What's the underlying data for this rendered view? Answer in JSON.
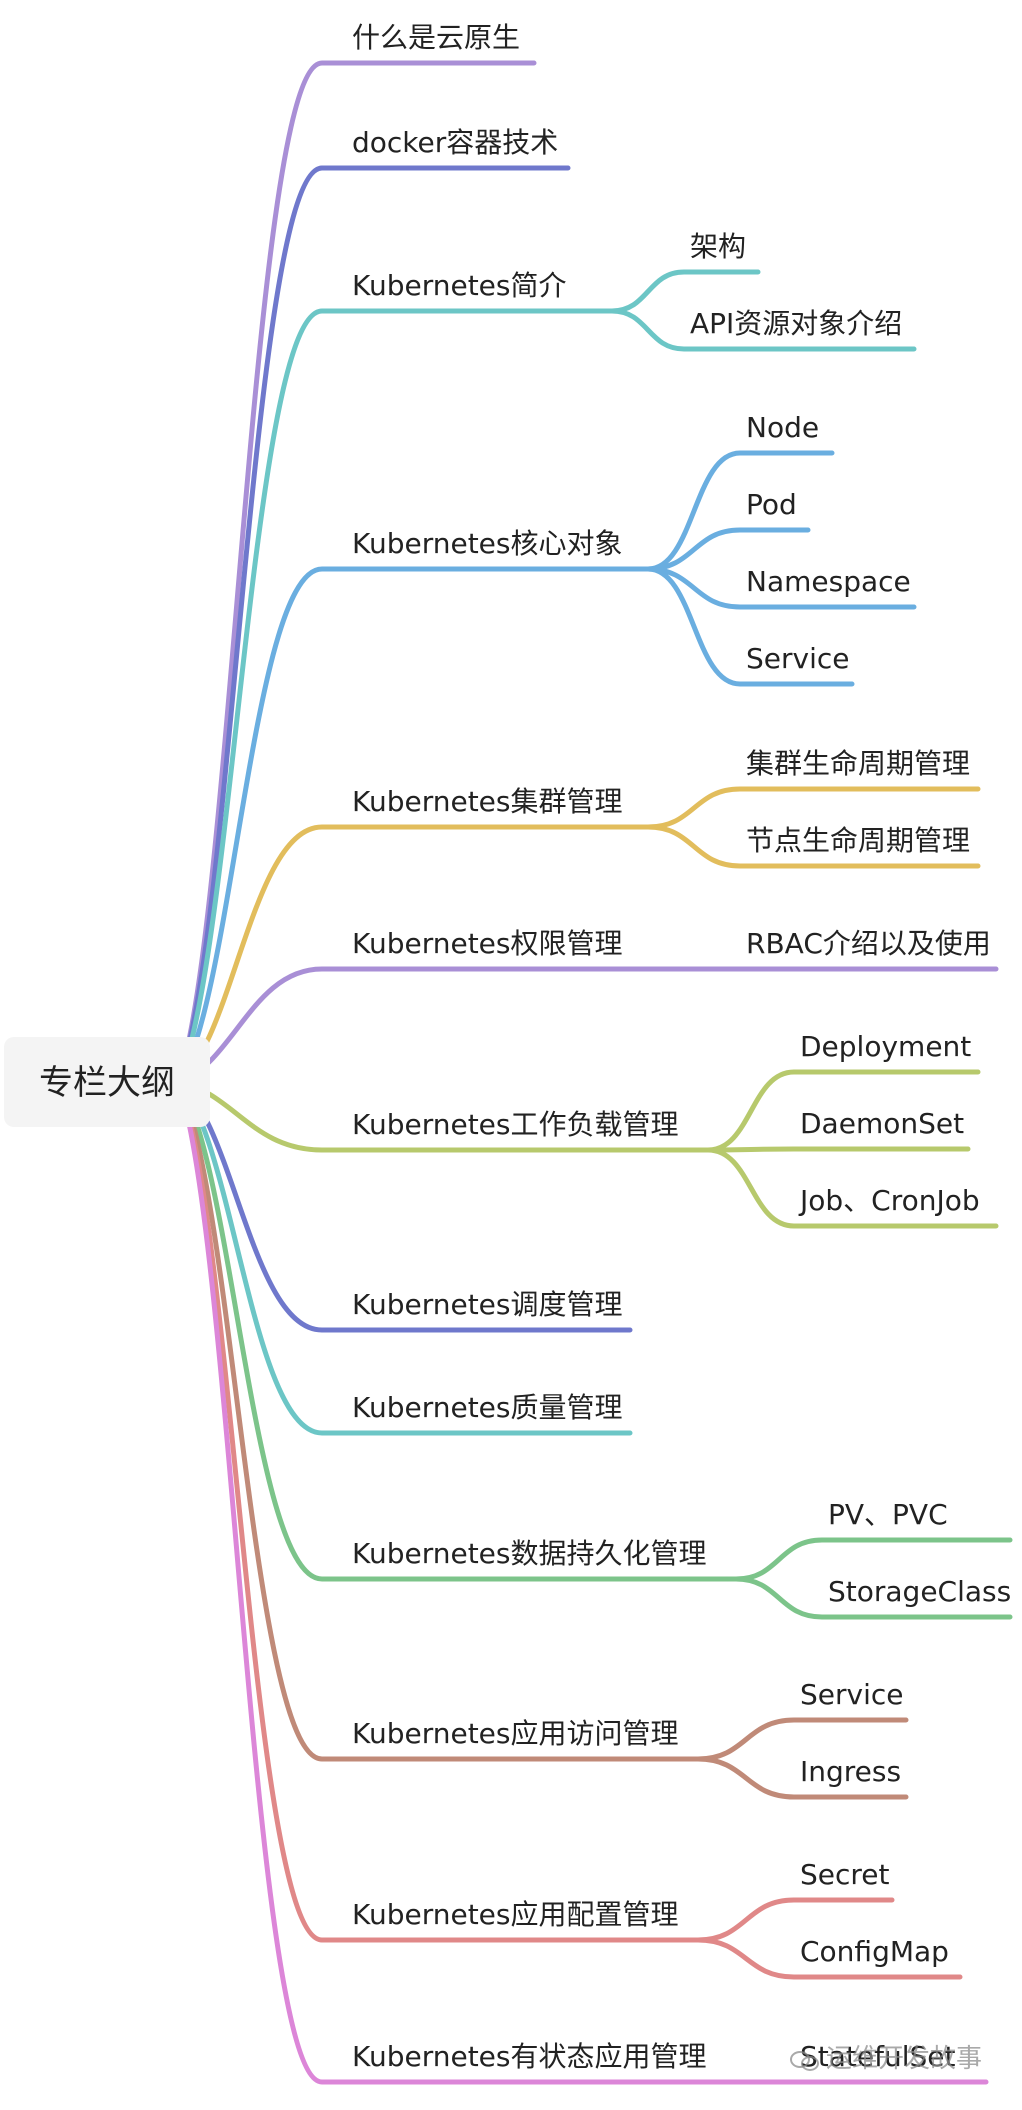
{
  "root": {
    "label": "专栏大纲"
  },
  "branches": [
    {
      "id": "b0",
      "label": "什么是云原生",
      "color": "#a98fd6",
      "children": []
    },
    {
      "id": "b1",
      "label": "docker容器技术",
      "color": "#6f78cc",
      "children": []
    },
    {
      "id": "b2",
      "label": "Kubernetes简介",
      "color": "#6cc6c6",
      "children": [
        "架构",
        "API资源对象介绍"
      ]
    },
    {
      "id": "b3",
      "label": "Kubernetes核心对象",
      "color": "#6aaee0",
      "children": [
        "Node",
        "Pod",
        "Namespace",
        "Service"
      ]
    },
    {
      "id": "b4",
      "label": "Kubernetes集群管理",
      "color": "#e2bd5c",
      "children": [
        "集群生命周期管理",
        "节点生命周期管理"
      ]
    },
    {
      "id": "b5",
      "label": "Kubernetes权限管理",
      "color": "#a98fd6",
      "children": [
        "RBAC介绍以及使用"
      ]
    },
    {
      "id": "b6",
      "label": "Kubernetes工作负载管理",
      "color": "#b7c96c",
      "children": [
        "Deployment",
        "DaemonSet",
        "Job、CronJob"
      ]
    },
    {
      "id": "b7",
      "label": "Kubernetes调度管理",
      "color": "#6f78cc",
      "children": []
    },
    {
      "id": "b8",
      "label": "Kubernetes质量管理",
      "color": "#6cc6c6",
      "children": []
    },
    {
      "id": "b9",
      "label": "Kubernetes数据持久化管理",
      "color": "#7cc48a",
      "children": [
        "PV、PVC",
        "StorageClass"
      ]
    },
    {
      "id": "b10",
      "label": "Kubernetes应用访问管理",
      "color": "#c08a78",
      "children": [
        "Service",
        "Ingress"
      ]
    },
    {
      "id": "b11",
      "label": "Kubernetes应用配置管理",
      "color": "#e08888",
      "children": [
        "Secret",
        "ConfigMap"
      ]
    },
    {
      "id": "b12",
      "label": "Kubernetes有状态应用管理",
      "color": "#dc86d8",
      "children": [
        "StatefulSet"
      ]
    }
  ],
  "watermark": {
    "text": "运维开发故事"
  }
}
